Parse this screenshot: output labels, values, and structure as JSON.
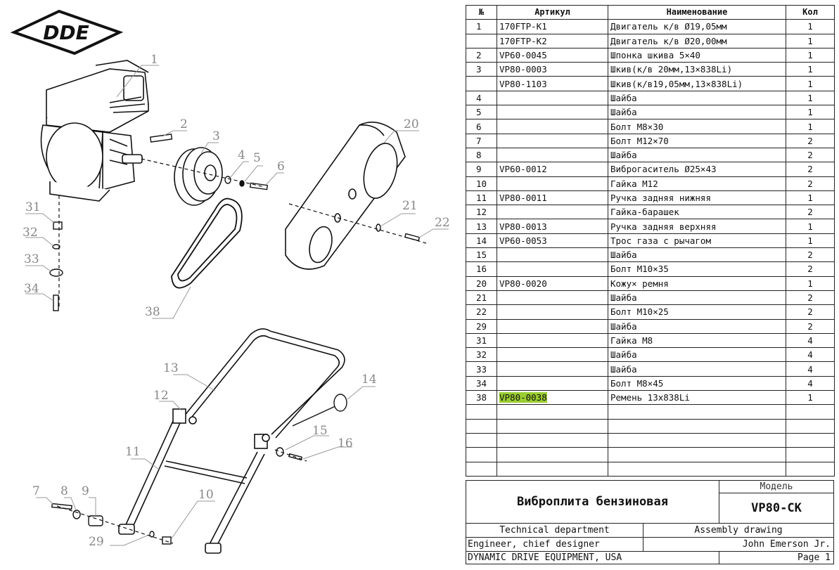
{
  "brand": {
    "logo_text": "DDE"
  },
  "table": {
    "headers": {
      "no": "№",
      "article": "Артикул",
      "name": "Наименование",
      "qty": "Кол"
    },
    "rows": [
      {
        "no": "1",
        "article": "170FTP-K1",
        "name": "Двигатель к/в Ø19,05мм",
        "qty": "1"
      },
      {
        "no": "",
        "article": "170FTP-K2",
        "name": "Двигатель к/в Ø20,00мм",
        "qty": "1"
      },
      {
        "no": "2",
        "article": "VP60-0045",
        "name": "Шпонка шкива 5×40",
        "qty": "1"
      },
      {
        "no": "3",
        "article": "VP80-0003",
        "name": "Шкив(к/в 20мм,13×838Li)",
        "qty": "1"
      },
      {
        "no": "",
        "article": "VP80-1103",
        "name": "Шкив(к/в19,05мм,13×838Li)",
        "qty": "1"
      },
      {
        "no": "4",
        "article": "",
        "name": "Шайба",
        "qty": "1"
      },
      {
        "no": "5",
        "article": "",
        "name": "Шайба",
        "qty": "1"
      },
      {
        "no": "6",
        "article": "",
        "name": "Болт M8×30",
        "qty": "1"
      },
      {
        "no": "7",
        "article": "",
        "name": "Болт M12×70",
        "qty": "2"
      },
      {
        "no": "8",
        "article": "",
        "name": "Шайба",
        "qty": "2"
      },
      {
        "no": "9",
        "article": "VP60-0012",
        "name": "Виброгаситель Ø25×43",
        "qty": "2"
      },
      {
        "no": "10",
        "article": "",
        "name": "Гайка M12",
        "qty": "2"
      },
      {
        "no": "11",
        "article": "VP80-0011",
        "name": "Ручка задняя нижняя",
        "qty": "1"
      },
      {
        "no": "12",
        "article": "",
        "name": "Гайка-барашек",
        "qty": "2"
      },
      {
        "no": "13",
        "article": "VP80-0013",
        "name": "Ручка задняя верхняя",
        "qty": "1"
      },
      {
        "no": "14",
        "article": "VP60-0053",
        "name": "Трос газа с рычагом",
        "qty": "1"
      },
      {
        "no": "15",
        "article": "",
        "name": "Шайба",
        "qty": "2"
      },
      {
        "no": "16",
        "article": "",
        "name": "Болт M10×35",
        "qty": "2"
      },
      {
        "no": "20",
        "article": "VP80-0020",
        "name": "Кожу× ремня",
        "qty": "1"
      },
      {
        "no": "21",
        "article": "",
        "name": "Шайба",
        "qty": "2"
      },
      {
        "no": "22",
        "article": "",
        "name": "Болт M10×25",
        "qty": "2"
      },
      {
        "no": "29",
        "article": "",
        "name": "Шайба",
        "qty": "2"
      },
      {
        "no": "31",
        "article": "",
        "name": "Гайка M8",
        "qty": "4"
      },
      {
        "no": "32",
        "article": "",
        "name": "Шайба",
        "qty": "4"
      },
      {
        "no": "33",
        "article": "",
        "name": "Шайба",
        "qty": "4"
      },
      {
        "no": "34",
        "article": "",
        "name": "Болт M8×45",
        "qty": "4"
      },
      {
        "no": "38",
        "article": "VP80-0038",
        "name": "Ремень 13x838Li",
        "qty": "1",
        "highlight": true
      },
      {
        "no": "",
        "article": "",
        "name": "",
        "qty": ""
      },
      {
        "no": "",
        "article": "",
        "name": "",
        "qty": ""
      },
      {
        "no": "",
        "article": "",
        "name": "",
        "qty": ""
      },
      {
        "no": "",
        "article": "",
        "name": "",
        "qty": ""
      },
      {
        "no": "",
        "article": "",
        "name": "",
        "qty": ""
      }
    ]
  },
  "title_block": {
    "product_name": "Виброплита бензиновая",
    "model_label": "Модель",
    "model": "VP80-CK",
    "department": "Technical department",
    "doc_type": "Assembly drawing",
    "role": "Engineer, chief designer",
    "person": "John Emerson Jr.",
    "company": "DYNAMIC DRIVE EQUIPMENT, USA",
    "page": "Page 1"
  },
  "callouts": [
    "1",
    "2",
    "3",
    "4",
    "5",
    "6",
    "20",
    "21",
    "22",
    "31",
    "32",
    "33",
    "34",
    "38",
    "13",
    "12",
    "14",
    "11",
    "15",
    "16",
    "7",
    "8",
    "9",
    "10",
    "29"
  ],
  "colors": {
    "highlight": "#9acd32",
    "line": "#222222",
    "callout": "#888888"
  }
}
